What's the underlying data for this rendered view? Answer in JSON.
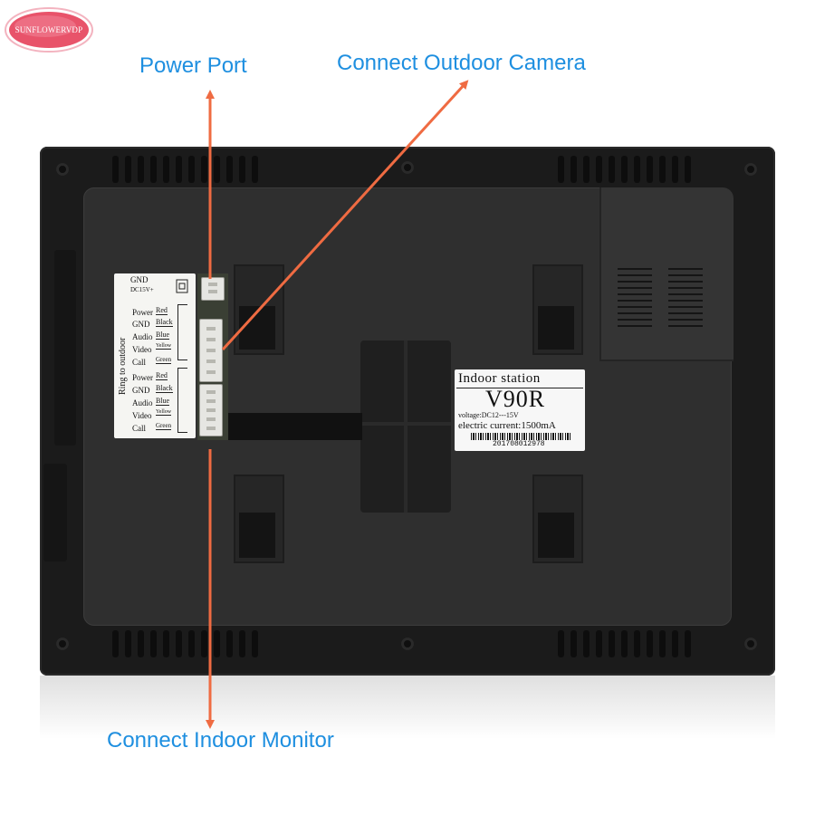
{
  "logo": {
    "text": "SUNFLOWERVDP",
    "color": "#e8536a"
  },
  "callouts": {
    "power_port": "Power Port",
    "outdoor_camera": "Connect Outdoor Camera",
    "indoor_monitor": "Connect Indoor Monitor",
    "text_color": "#1e8fe0",
    "arrow_color": "#ef6b42"
  },
  "wiring_label": {
    "gnd": "GND",
    "dc": "DC15V+",
    "side_text": "Ring to outdoor",
    "group1": [
      {
        "name": "Power",
        "color": "Red"
      },
      {
        "name": "GND",
        "color": "Black"
      },
      {
        "name": "Audio",
        "color": "Blue"
      },
      {
        "name": "Video",
        "color": "Yellow"
      },
      {
        "name": "Call",
        "color": "Green"
      }
    ],
    "group2": [
      {
        "name": "Power",
        "color": "Red"
      },
      {
        "name": "GND",
        "color": "Black"
      },
      {
        "name": "Audio",
        "color": "Blue"
      },
      {
        "name": "Video",
        "color": "Yellow"
      },
      {
        "name": "Call",
        "color": "Green"
      }
    ]
  },
  "product_label": {
    "title": "Indoor station",
    "model": "V90R",
    "voltage": "voltage:DC12---15V",
    "current": "electric current:1500mA",
    "serial": "201708012978"
  },
  "device_color": "#1b1b1b"
}
